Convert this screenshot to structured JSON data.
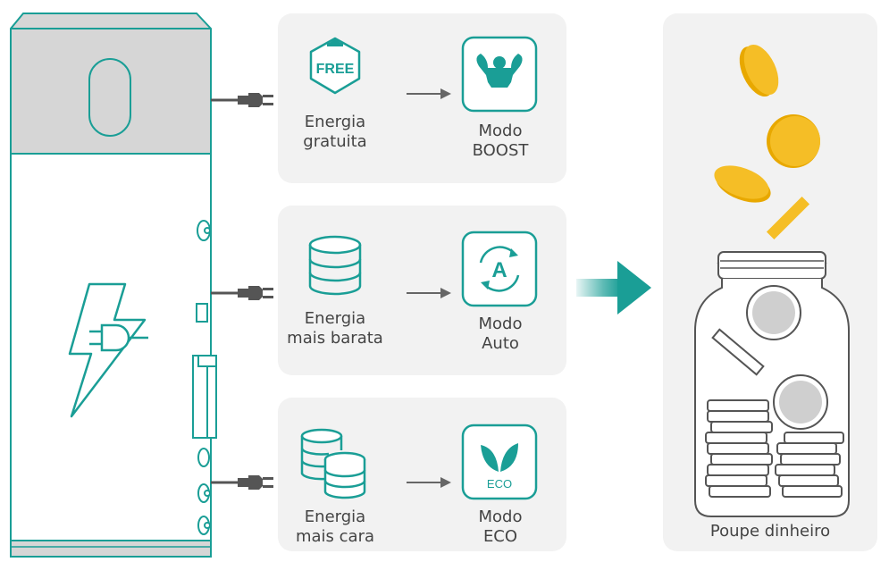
{
  "colors": {
    "accent": "#1a9e96",
    "panel": "#f2f2f2",
    "heater_top": "#d6d6d6",
    "coin_gold": "#f5be26",
    "coin_grey": "#cfcfcf"
  },
  "rows": [
    {
      "source_icon": "free-badge-icon",
      "badge_text": "FREE",
      "source_label": "Energia\ngratuita",
      "mode_icon": "muscle-icon",
      "mode_label": "Modo\nBOOST"
    },
    {
      "source_icon": "database-icon",
      "source_label": "Energia\nmais barata",
      "mode_icon": "auto-cycle-icon",
      "mode_badge": "A",
      "mode_label": "Modo\nAuto"
    },
    {
      "source_icon": "stacked-coins-icon",
      "source_label": "Energia\nmais cara",
      "mode_icon": "eco-leaf-icon",
      "mode_badge": "ECO",
      "mode_label": "Modo\nECO"
    }
  ],
  "savings": {
    "label": "Poupe dinheiro",
    "icon": "coin-jar-icon"
  },
  "heater": {
    "icon": "electric-bolt-plug-icon"
  }
}
